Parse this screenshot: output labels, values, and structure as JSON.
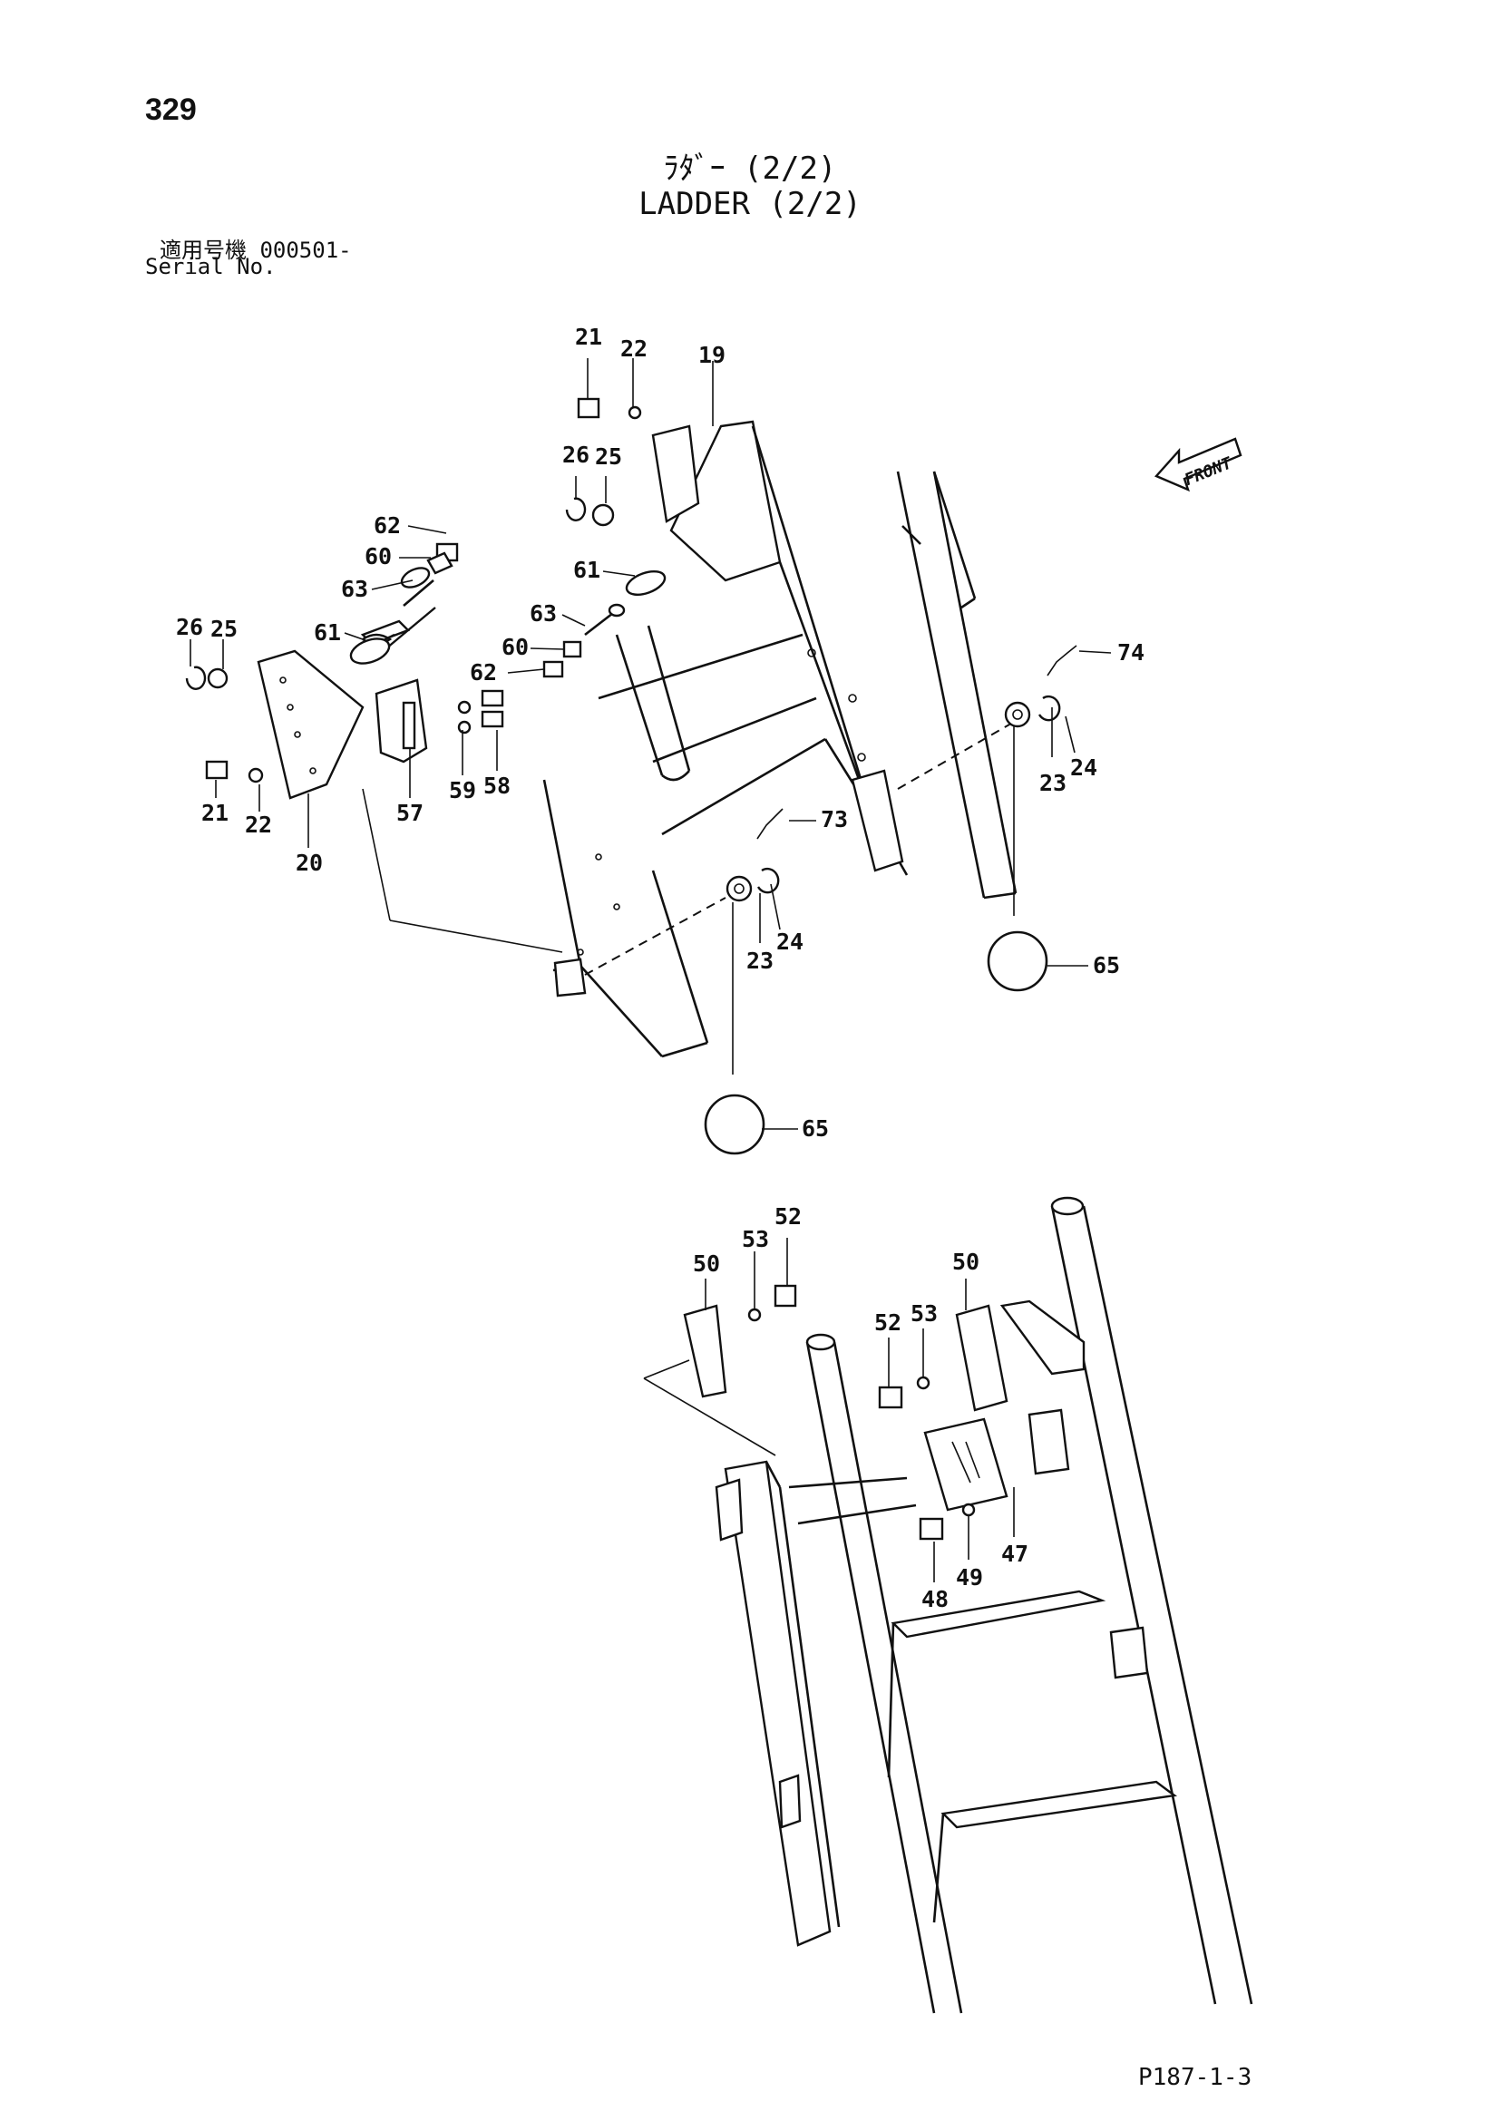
{
  "page": {
    "number": "329",
    "title_jp": "ﾗﾀﾞｰ (2/2)",
    "title_en": "LADDER (2/2)",
    "serial_label_jp": "適用号機 000501-",
    "serial_label_en": "Serial No.",
    "drawing_code": "P187-1-3",
    "front_label": "FRONT"
  },
  "callouts": {
    "c21a": "21",
    "c22a": "22",
    "c19": "19",
    "c26a": "26",
    "c25a": "25",
    "c62a": "62",
    "c60a": "60",
    "c63a": "63",
    "c61a": "61",
    "c26b": "26",
    "c25b": "25",
    "c61b": "61",
    "c63b": "63",
    "c60b": "60",
    "c62b": "62",
    "c21b": "21",
    "c22b": "22",
    "c20": "20",
    "c57": "57",
    "c59": "59",
    "c58": "58",
    "c74": "74",
    "c23a": "23",
    "c24a": "24",
    "c73": "73",
    "c23b": "23",
    "c24b": "24",
    "c65a": "65",
    "c65b": "65",
    "c50a": "50",
    "c53a": "53",
    "c52a": "52",
    "c50b": "50",
    "c52b": "52",
    "c53b": "53",
    "c47": "47",
    "c48": "48",
    "c49": "49"
  }
}
